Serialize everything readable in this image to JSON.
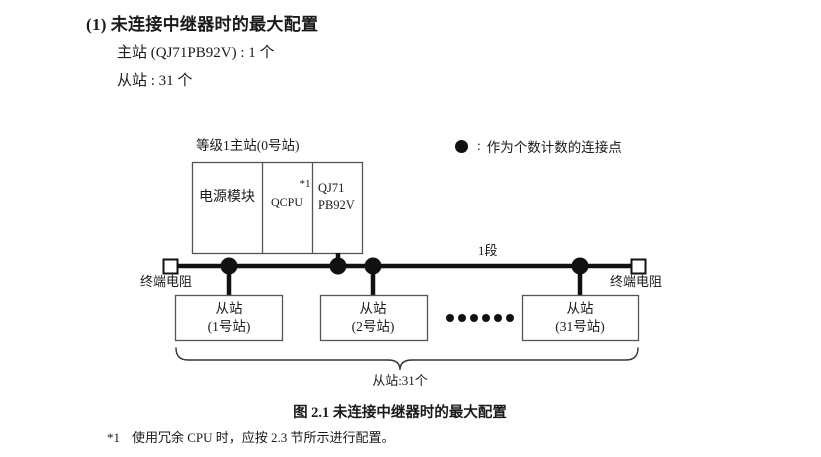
{
  "heading": {
    "number": "(1)",
    "title": "未连接中继器时的最大配置",
    "line1": "主站 (QJ71PB92V) : 1 个",
    "line2": "从站 : 31 个"
  },
  "legend": {
    "symbol": "filled-circle",
    "colon": ":",
    "text": "作为个数计数的连接点"
  },
  "diagram": {
    "master": {
      "caption": "等级1主站(0号站)",
      "cells": [
        {
          "label": "电源模块"
        },
        {
          "label": "QCPU",
          "footnote_mark": "*1"
        },
        {
          "label_line1": "QJ71",
          "label_line2": "PB92V"
        }
      ]
    },
    "bus": {
      "segment_label": "1段",
      "terminator_left": "终端电阻",
      "terminator_right": "终端电阻",
      "ellipsis_dots": 6
    },
    "slaves": [
      {
        "line1": "从站",
        "line2": "(1号站)"
      },
      {
        "line1": "从站",
        "line2": "(2号站)"
      },
      {
        "line1": "从站",
        "line2": "(31号站)"
      }
    ],
    "brace_label": "从站:31个"
  },
  "figure_caption": "图 2.1  未连接中继器时的最大配置",
  "footnote": {
    "mark": "*1",
    "text": "使用冗余 CPU 时，应按 2.3 节所示进行配置。"
  },
  "colors": {
    "ink": "#1a1a1a",
    "line": "#111111",
    "box_border": "#555555",
    "brace": "#333333",
    "background": "#ffffff"
  }
}
